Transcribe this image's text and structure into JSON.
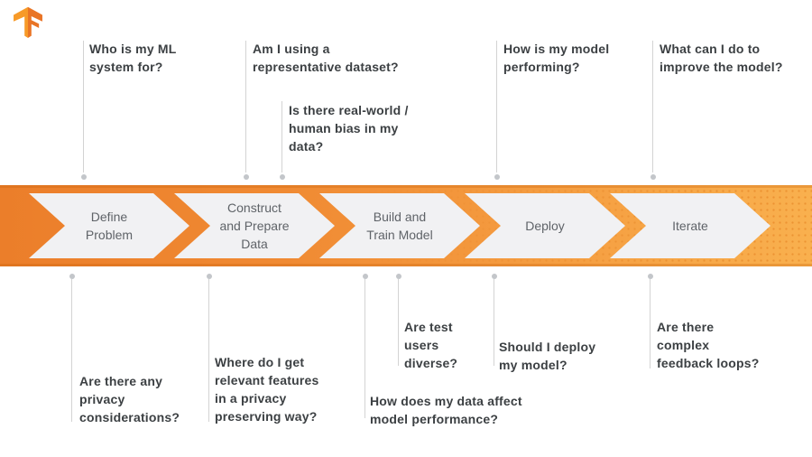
{
  "diagram_title": "TensorFlow ML workflow diagram",
  "icons": {
    "logo": "tensorflow-logo-icon"
  },
  "colors": {
    "band_gradient_start": "#EB7E2A",
    "band_gradient_end": "#F9B04E",
    "chevron_fill": "#F1F1F3",
    "question_text": "#3C4043",
    "step_text": "#5F6368",
    "connector_line": "#D3D3D3",
    "connector_dot": "#C3C6CA",
    "logo_light": "#F79A28",
    "logo_dark": "#E97425"
  },
  "steps": [
    {
      "label": "Define\nProblem"
    },
    {
      "label": "Construct\nand Prepare\nData"
    },
    {
      "label": "Build and\nTrain Model"
    },
    {
      "label": "Deploy"
    },
    {
      "label": "Iterate"
    }
  ],
  "questions_top": [
    {
      "text": "Who is my ML\nsystem for?"
    },
    {
      "text": "Am I using a\nrepresentative dataset?"
    },
    {
      "text": "Is there real-world /\nhuman bias in my\ndata?"
    },
    {
      "text": "How is my model\nperforming?"
    },
    {
      "text": "What can I do to\nimprove the model?"
    }
  ],
  "questions_bottom": [
    {
      "text": "Are there any\nprivacy\nconsiderations?"
    },
    {
      "text": "Where do I get\nrelevant features\nin a privacy\npreserving way?"
    },
    {
      "text": "Are test\nusers\ndiverse?"
    },
    {
      "text": "How does my data affect\nmodel performance?"
    },
    {
      "text": "Should I deploy\nmy model?"
    },
    {
      "text": "Are there\ncomplex\nfeedback loops?"
    }
  ]
}
